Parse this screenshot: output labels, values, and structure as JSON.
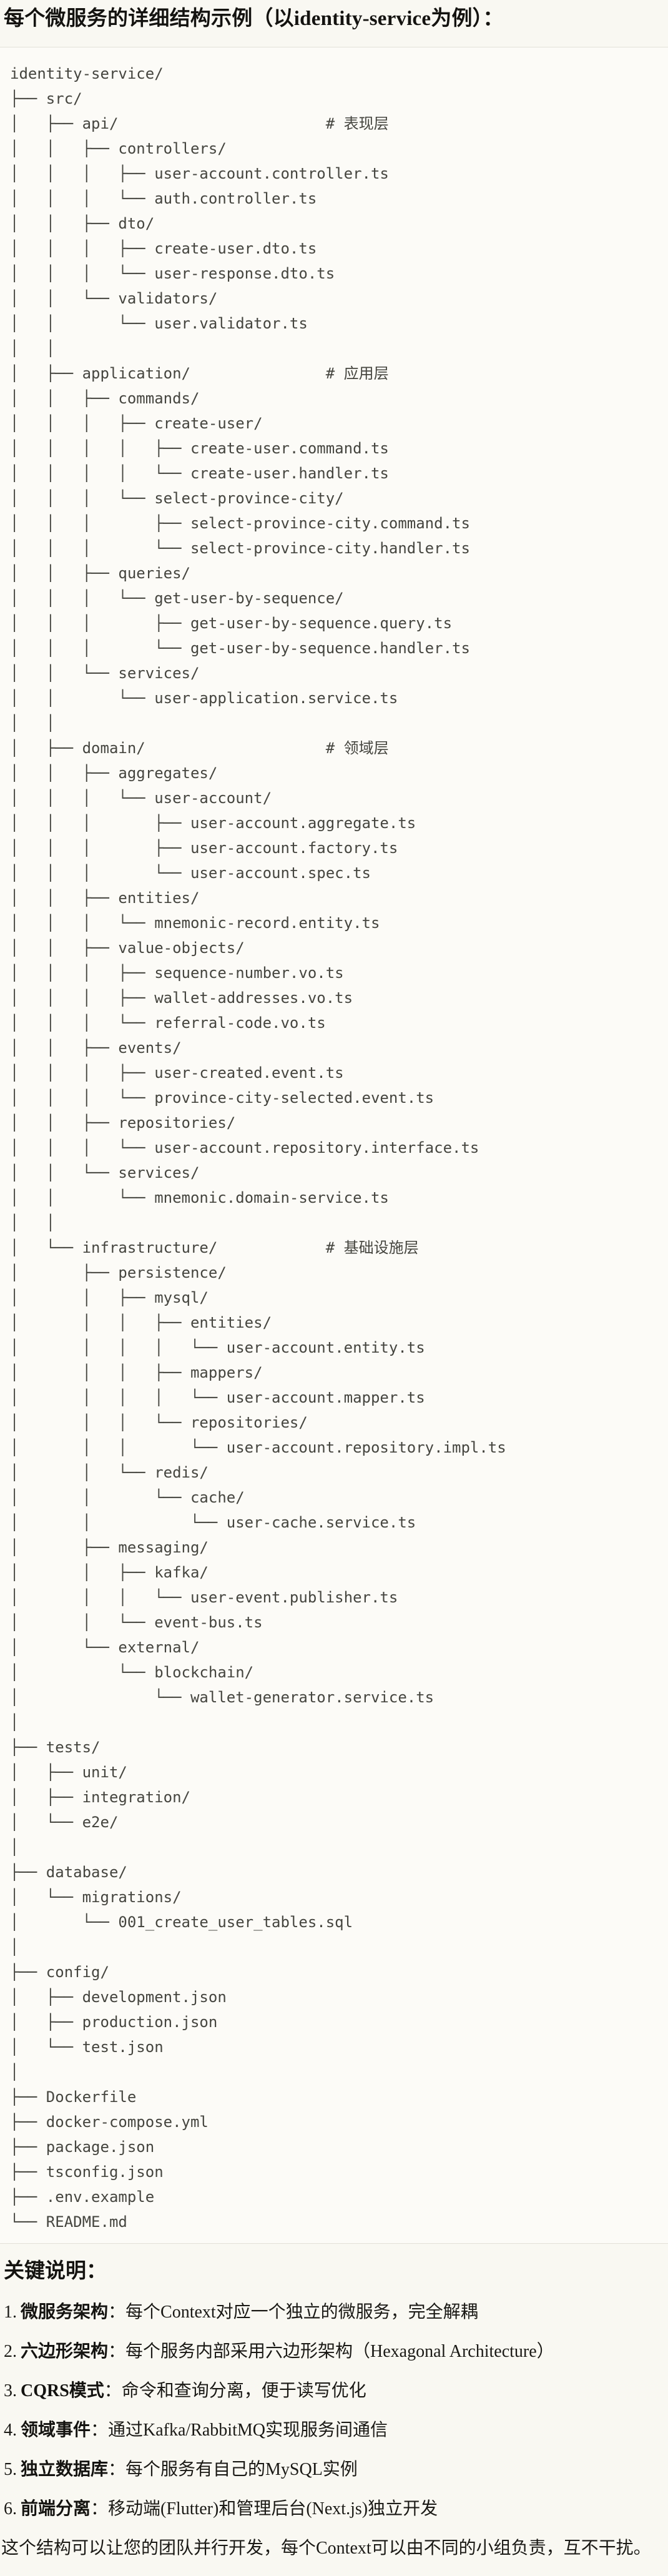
{
  "page_title": "每个微服务的详细结构示例（以identity-service为例）：",
  "code_block": {
    "language": "plaintext",
    "tree": "identity-service/\n├── src/\n│   ├── api/                       # 表现层\n│   │   ├── controllers/\n│   │   │   ├── user-account.controller.ts\n│   │   │   └── auth.controller.ts\n│   │   ├── dto/\n│   │   │   ├── create-user.dto.ts\n│   │   │   └── user-response.dto.ts\n│   │   └── validators/\n│   │       └── user.validator.ts\n│   │\n│   ├── application/               # 应用层\n│   │   ├── commands/\n│   │   │   ├── create-user/\n│   │   │   │   ├── create-user.command.ts\n│   │   │   │   └── create-user.handler.ts\n│   │   │   └── select-province-city/\n│   │   │       ├── select-province-city.command.ts\n│   │   │       └── select-province-city.handler.ts\n│   │   ├── queries/\n│   │   │   └── get-user-by-sequence/\n│   │   │       ├── get-user-by-sequence.query.ts\n│   │   │       └── get-user-by-sequence.handler.ts\n│   │   └── services/\n│   │       └── user-application.service.ts\n│   │\n│   ├── domain/                    # 领域层\n│   │   ├── aggregates/\n│   │   │   └── user-account/\n│   │   │       ├── user-account.aggregate.ts\n│   │   │       ├── user-account.factory.ts\n│   │   │       └── user-account.spec.ts\n│   │   ├── entities/\n│   │   │   └── mnemonic-record.entity.ts\n│   │   ├── value-objects/\n│   │   │   ├── sequence-number.vo.ts\n│   │   │   ├── wallet-addresses.vo.ts\n│   │   │   └── referral-code.vo.ts\n│   │   ├── events/\n│   │   │   ├── user-created.event.ts\n│   │   │   └── province-city-selected.event.ts\n│   │   ├── repositories/\n│   │   │   └── user-account.repository.interface.ts\n│   │   └── services/\n│   │       └── mnemonic.domain-service.ts\n│   │\n│   └── infrastructure/            # 基础设施层\n│       ├── persistence/\n│       │   ├── mysql/\n│       │   │   ├── entities/\n│       │   │   │   └── user-account.entity.ts\n│       │   │   ├── mappers/\n│       │   │   │   └── user-account.mapper.ts\n│       │   │   └── repositories/\n│       │   │       └── user-account.repository.impl.ts\n│       │   └── redis/\n│       │       └── cache/\n│       │           └── user-cache.service.ts\n│       ├── messaging/\n│       │   ├── kafka/\n│       │   │   └── user-event.publisher.ts\n│       │   └── event-bus.ts\n│       └── external/\n│           └── blockchain/\n│               └── wallet-generator.service.ts\n│\n├── tests/\n│   ├── unit/\n│   ├── integration/\n│   └── e2e/\n│\n├── database/\n│   └── migrations/\n│       └── 001_create_user_tables.sql\n│\n├── config/\n│   ├── development.json\n│   ├── production.json\n│   └── test.json\n│\n├── Dockerfile\n├── docker-compose.yml\n├── package.json\n├── tsconfig.json\n├── .env.example\n└── README.md"
  },
  "notes": {
    "heading": "关键说明：",
    "items": [
      {
        "num": "1.",
        "term": "微服务架构",
        "rest": "：每个Context对应一个独立的微服务，完全解耦"
      },
      {
        "num": "2.",
        "term": "六边形架构",
        "rest": "：每个服务内部采用六边形架构（Hexagonal Architecture）"
      },
      {
        "num": "3.",
        "term": "CQRS模式",
        "rest": "：命令和查询分离，便于读写优化"
      },
      {
        "num": "4.",
        "term": "领域事件",
        "rest": "：通过Kafka/RabbitMQ实现服务间通信"
      },
      {
        "num": "5.",
        "term": "独立数据库",
        "rest": "：每个服务有自己的MySQL实例"
      },
      {
        "num": "6.",
        "term": "前端分离",
        "rest": "：移动端(Flutter)和管理后台(Next.js)独立开发"
      }
    ]
  },
  "footer": "这个结构可以让您的团队并行开发，每个Context可以由不同的小组负责，互不干扰。",
  "colors": {
    "page_bg": "#F9F8F2",
    "code_bg": "#FCFBF7",
    "code_border": "#E3E1D9",
    "code_text": "#45453F",
    "body_text": "#1A1915",
    "heading_text": "#141310"
  }
}
